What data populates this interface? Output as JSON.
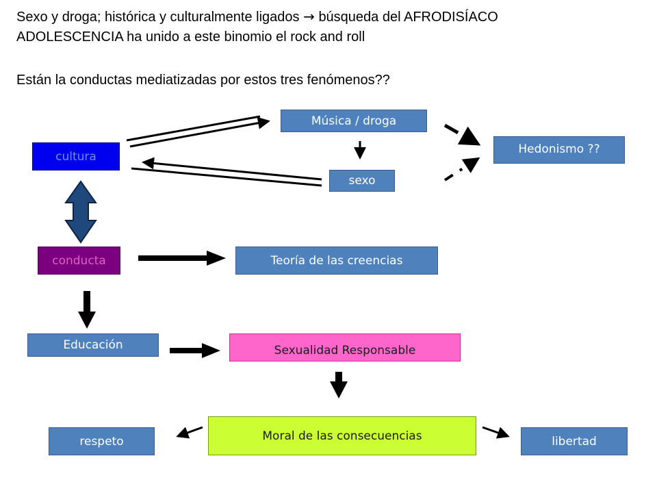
{
  "header": {
    "line1_a": "Sexo y droga; histórica y culturalmente ligados",
    "line1_arrow": "→",
    "line1_b": "búsqueda del AFRODISÍACO",
    "line2": "ADOLESCENCIA ha unido a este binomio el rock and roll",
    "question": "Están la conductas mediatizadas por estos tres fenómenos??"
  },
  "nodes": {
    "musica_droga": "Música / droga",
    "sexo": "sexo",
    "hedonismo": "Hedonismo ??",
    "cultura": "cultura",
    "conducta": "conducta",
    "teoria": "Teoría de las creencias",
    "educacion": "Educación",
    "sexualidad": "Sexualidad Responsable",
    "moral": "Moral de las consecuencias",
    "respeto": "respeto",
    "libertad": "libertad"
  },
  "colors": {
    "box_blue": "#4f81bd",
    "cultura": "#0000ee",
    "conducta": "#7a0080",
    "sexualidad": "#ff66cc",
    "moral": "#ccff33",
    "double_arrow": "#1f497d"
  }
}
